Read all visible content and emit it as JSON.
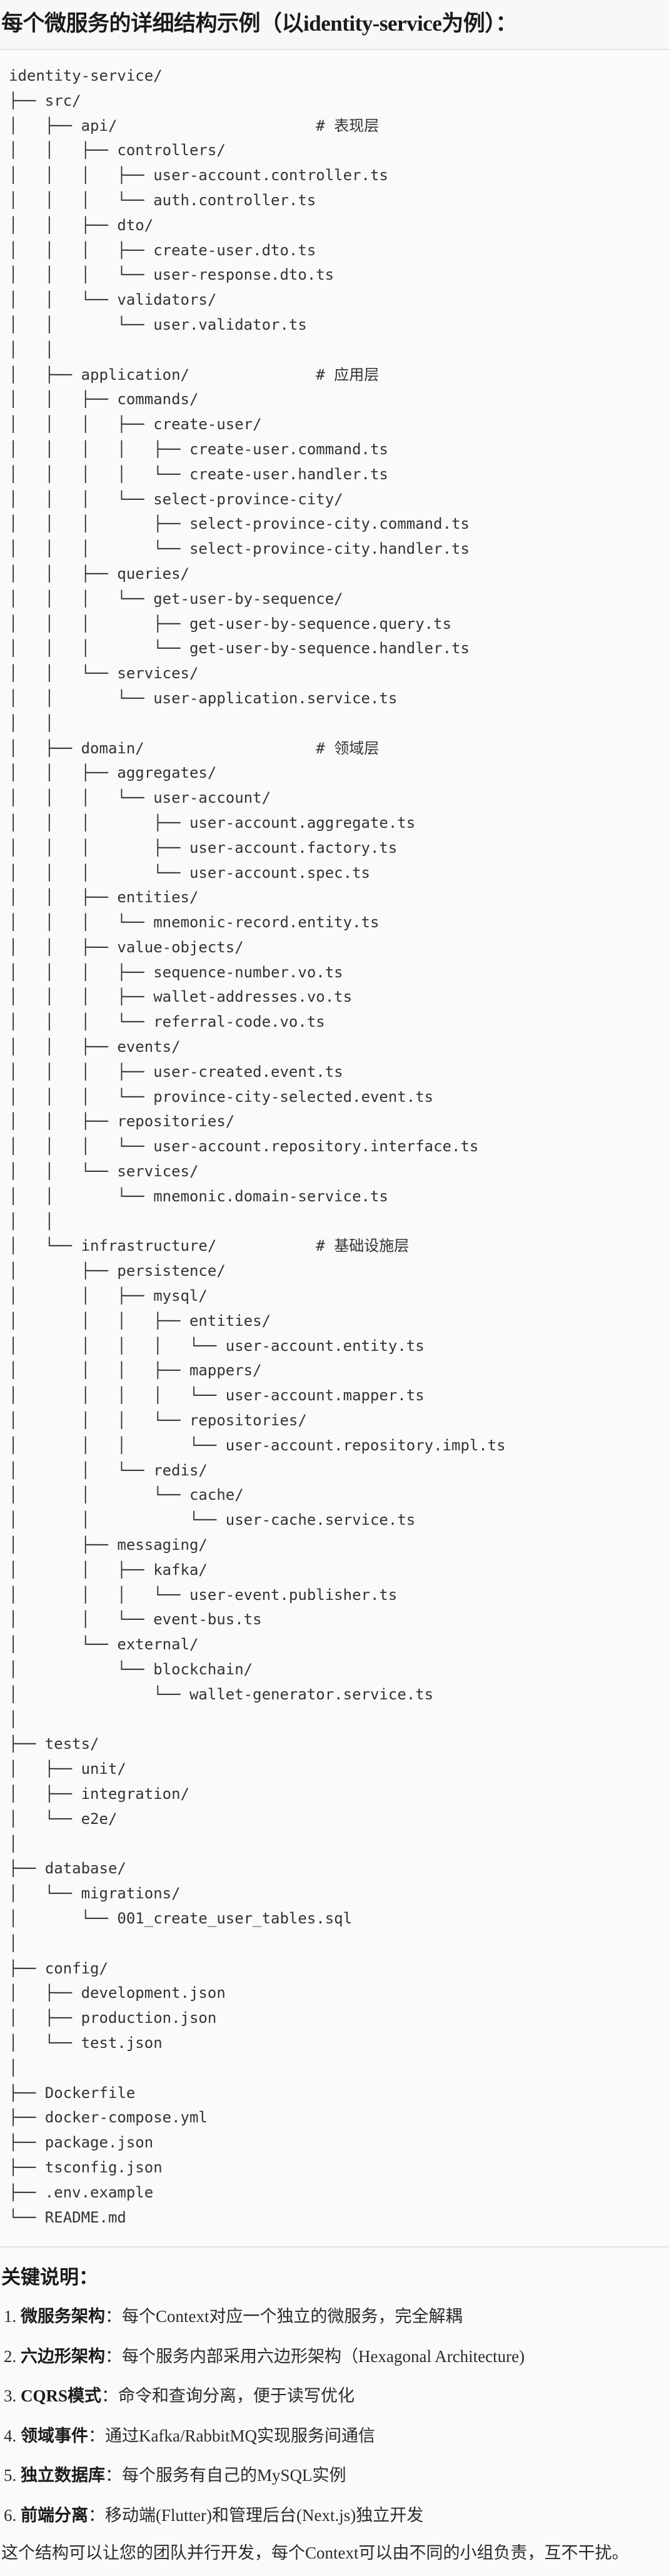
{
  "title": "每个微服务的详细结构示例（以identity-service为例）：",
  "tree": [
    {
      "text": "identity-service/"
    },
    {
      "text": "├── src/"
    },
    {
      "text": "│   ├── api/",
      "comment": "# 表现层"
    },
    {
      "text": "│   │   ├── controllers/"
    },
    {
      "text": "│   │   │   ├── user-account.controller.ts"
    },
    {
      "text": "│   │   │   └── auth.controller.ts"
    },
    {
      "text": "│   │   ├── dto/"
    },
    {
      "text": "│   │   │   ├── create-user.dto.ts"
    },
    {
      "text": "│   │   │   └── user-response.dto.ts"
    },
    {
      "text": "│   │   └── validators/"
    },
    {
      "text": "│   │       └── user.validator.ts"
    },
    {
      "text": "│   │"
    },
    {
      "text": "│   ├── application/",
      "comment": "# 应用层"
    },
    {
      "text": "│   │   ├── commands/"
    },
    {
      "text": "│   │   │   ├── create-user/"
    },
    {
      "text": "│   │   │   │   ├── create-user.command.ts"
    },
    {
      "text": "│   │   │   │   └── create-user.handler.ts"
    },
    {
      "text": "│   │   │   └── select-province-city/"
    },
    {
      "text": "│   │   │       ├── select-province-city.command.ts"
    },
    {
      "text": "│   │   │       └── select-province-city.handler.ts"
    },
    {
      "text": "│   │   ├── queries/"
    },
    {
      "text": "│   │   │   └── get-user-by-sequence/"
    },
    {
      "text": "│   │   │       ├── get-user-by-sequence.query.ts"
    },
    {
      "text": "│   │   │       └── get-user-by-sequence.handler.ts"
    },
    {
      "text": "│   │   └── services/"
    },
    {
      "text": "│   │       └── user-application.service.ts"
    },
    {
      "text": "│   │"
    },
    {
      "text": "│   ├── domain/",
      "comment": "# 领域层"
    },
    {
      "text": "│   │   ├── aggregates/"
    },
    {
      "text": "│   │   │   └── user-account/"
    },
    {
      "text": "│   │   │       ├── user-account.aggregate.ts"
    },
    {
      "text": "│   │   │       ├── user-account.factory.ts"
    },
    {
      "text": "│   │   │       └── user-account.spec.ts"
    },
    {
      "text": "│   │   ├── entities/"
    },
    {
      "text": "│   │   │   └── mnemonic-record.entity.ts"
    },
    {
      "text": "│   │   ├── value-objects/"
    },
    {
      "text": "│   │   │   ├── sequence-number.vo.ts"
    },
    {
      "text": "│   │   │   ├── wallet-addresses.vo.ts"
    },
    {
      "text": "│   │   │   └── referral-code.vo.ts"
    },
    {
      "text": "│   │   ├── events/"
    },
    {
      "text": "│   │   │   ├── user-created.event.ts"
    },
    {
      "text": "│   │   │   └── province-city-selected.event.ts"
    },
    {
      "text": "│   │   ├── repositories/"
    },
    {
      "text": "│   │   │   └── user-account.repository.interface.ts"
    },
    {
      "text": "│   │   └── services/"
    },
    {
      "text": "│   │       └── mnemonic.domain-service.ts"
    },
    {
      "text": "│   │"
    },
    {
      "text": "│   └── infrastructure/",
      "comment": "# 基础设施层"
    },
    {
      "text": "│       ├── persistence/"
    },
    {
      "text": "│       │   ├── mysql/"
    },
    {
      "text": "│       │   │   ├── entities/"
    },
    {
      "text": "│       │   │   │   └── user-account.entity.ts"
    },
    {
      "text": "│       │   │   ├── mappers/"
    },
    {
      "text": "│       │   │   │   └── user-account.mapper.ts"
    },
    {
      "text": "│       │   │   └── repositories/"
    },
    {
      "text": "│       │   │       └── user-account.repository.impl.ts"
    },
    {
      "text": "│       │   └── redis/"
    },
    {
      "text": "│       │       └── cache/"
    },
    {
      "text": "│       │           └── user-cache.service.ts"
    },
    {
      "text": "│       ├── messaging/"
    },
    {
      "text": "│       │   ├── kafka/"
    },
    {
      "text": "│       │   │   └── user-event.publisher.ts"
    },
    {
      "text": "│       │   └── event-bus.ts"
    },
    {
      "text": "│       └── external/"
    },
    {
      "text": "│           └── blockchain/"
    },
    {
      "text": "│               └── wallet-generator.service.ts"
    },
    {
      "text": "│"
    },
    {
      "text": "├── tests/"
    },
    {
      "text": "│   ├── unit/"
    },
    {
      "text": "│   ├── integration/"
    },
    {
      "text": "│   └── e2e/"
    },
    {
      "text": "│"
    },
    {
      "text": "├── database/"
    },
    {
      "text": "│   └── migrations/"
    },
    {
      "text": "│       └── 001_create_user_tables.sql"
    },
    {
      "text": "│"
    },
    {
      "text": "├── config/"
    },
    {
      "text": "│   ├── development.json"
    },
    {
      "text": "│   ├── production.json"
    },
    {
      "text": "│   └── test.json"
    },
    {
      "text": "│"
    },
    {
      "text": "├── Dockerfile"
    },
    {
      "text": "├── docker-compose.yml"
    },
    {
      "text": "├── package.json"
    },
    {
      "text": "├── tsconfig.json"
    },
    {
      "text": "├── .env.example"
    },
    {
      "text": "└── README.md"
    }
  ],
  "notes": {
    "heading": "关键说明：",
    "items": [
      {
        "num": "1. ",
        "label": "微服务架构",
        "desc": "：每个Context对应一个独立的微服务，完全解耦"
      },
      {
        "num": "2. ",
        "label": "六边形架构",
        "desc": "：每个服务内部采用六边形架构（Hexagonal Architecture)"
      },
      {
        "num": "3. ",
        "label": "CQRS模式",
        "desc": "：命令和查询分离，便于读写优化"
      },
      {
        "num": "4. ",
        "label": "领域事件",
        "desc": "：通过Kafka/RabbitMQ实现服务间通信"
      },
      {
        "num": "5. ",
        "label": "独立数据库",
        "desc": "：每个服务有自己的MySQL实例"
      },
      {
        "num": "6. ",
        "label": "前端分离",
        "desc": "：移动端(Flutter)和管理后台(Next.js)独立开发"
      }
    ],
    "summary": "这个结构可以让您的团队并行开发，每个Context可以由不同的小组负责，互不干扰。"
  }
}
